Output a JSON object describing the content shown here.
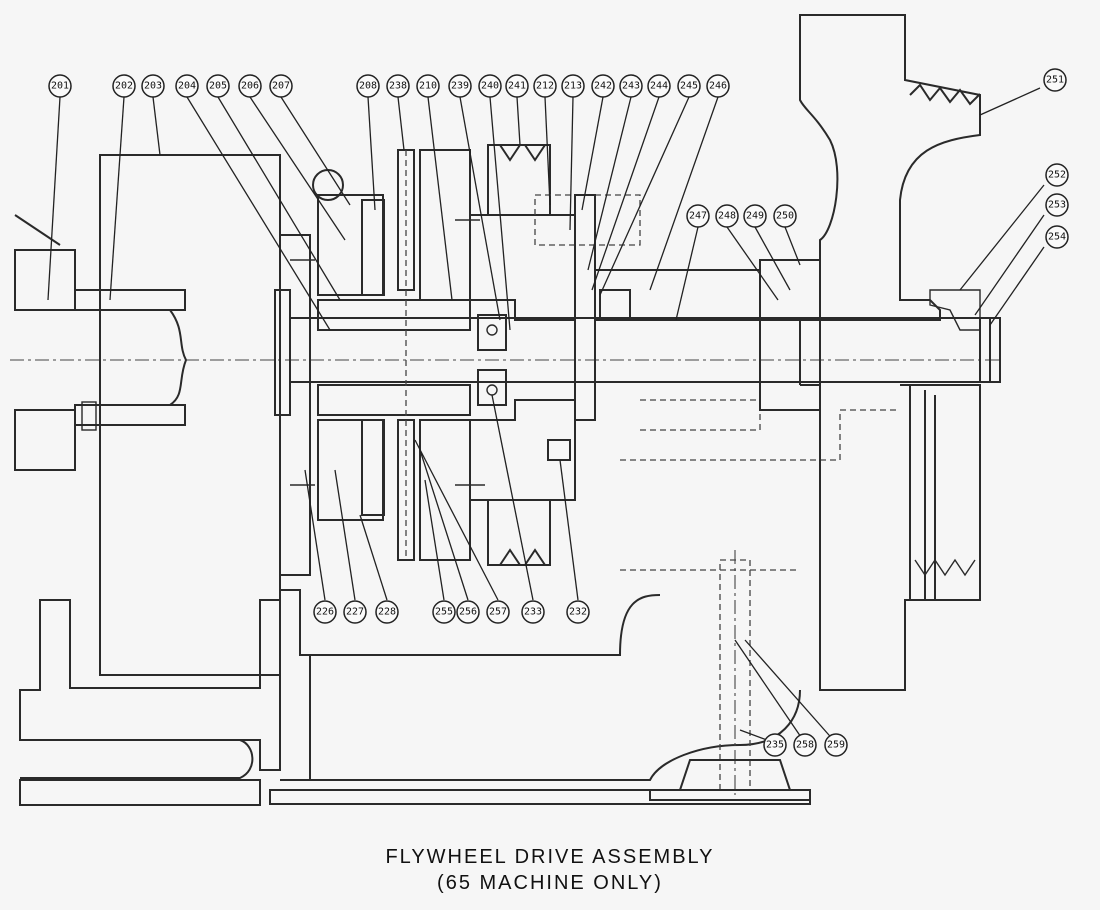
{
  "title": {
    "line1": "FLYWHEEL DRIVE ASSEMBLY",
    "line2": "(65 MACHINE ONLY)"
  },
  "callouts": [
    "201",
    "202",
    "203",
    "204",
    "205",
    "206",
    "207",
    "208",
    "238",
    "210",
    "239",
    "240",
    "241",
    "212",
    "213",
    "242",
    "243",
    "244",
    "245",
    "246",
    "251",
    "247",
    "248",
    "249",
    "250",
    "252",
    "253",
    "254",
    "226",
    "227",
    "228",
    "255",
    "256",
    "257",
    "233",
    "232",
    "235",
    "258",
    "259"
  ]
}
